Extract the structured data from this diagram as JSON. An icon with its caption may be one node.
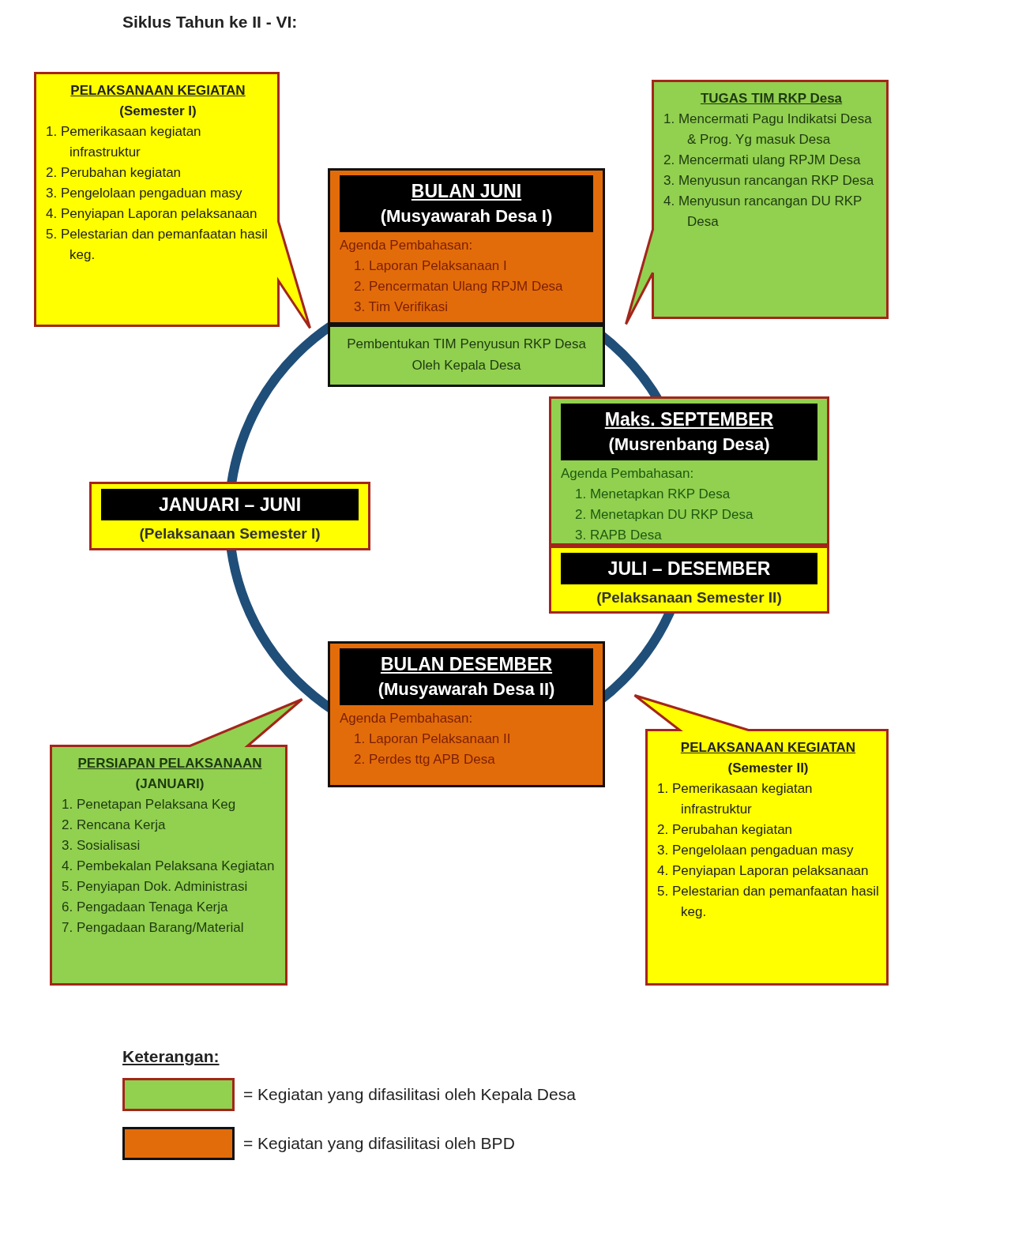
{
  "diagram": {
    "title": "Siklus Tahun ke II - VI:",
    "nodes": [
      {
        "text": [
          "PELAKSANAAN KEGIATAN",
          "(Semester I)",
          "1. Pemerikasaan kegiatan infrastruktur",
          "2. Perubahan kegiatan",
          "3. Pengelolaan pengaduan masy",
          "4. Penyiapan Laporan pelaksanaan",
          "5. Pelestarian dan pemanfaatan hasil keg."
        ]
      },
      {
        "text": [
          "TUGAS TIM RKP Desa",
          "1. Mencermati Pagu Indikatsi Desa & Prog. Yg masuk Desa",
          "2. Mencermati ulang RPJM Desa",
          "3. Menyusun rancangan RKP Desa",
          "4. Menyusun rancangan DU RKP Desa"
        ]
      },
      {
        "text": [
          "BULAN JUNI",
          "(Musyawarah Desa I)",
          "Agenda Pembahasan:",
          "1. Laporan Pelaksanaan I",
          "2. Pencermatan Ulang RPJM Desa",
          "3. Tim Verifikasi"
        ]
      },
      {
        "text": [
          "Pembentukan TIM Penyusun RKP Desa Oleh Kepala Desa"
        ]
      },
      {
        "text": [
          "Maks. SEPTEMBER",
          "(Musrenbang Desa)",
          "Agenda Pembahasan:",
          "1. Menetapkan RKP Desa",
          "2. Menetapkan DU RKP Desa",
          "3. RAPB Desa"
        ]
      },
      {
        "text": [
          "JANUARI – JUNI",
          "(Pelaksanaan Semester I)"
        ]
      },
      {
        "text": [
          "JULI – DESEMBER",
          "(Pelaksanaan Semester II)"
        ]
      },
      {
        "text": [
          "BULAN DESEMBER",
          "(Musyawarah Desa II)",
          "Agenda Pembahasan:",
          "1. Laporan Pelaksanaan II",
          "2. Perdes ttg APB Desa"
        ]
      },
      {
        "text": [
          "PERSIAPAN PELAKSANAAN",
          "(JANUARI)",
          "1. Penetapan Pelaksana Keg",
          "2. Rencana Kerja",
          "3. Sosialisasi",
          "4. Pembekalan Pelaksana Kegiatan",
          "5. Penyiapan Dok. Administrasi",
          "6. Pengadaan Tenaga Kerja",
          "7. Pengadaan Barang/Material"
        ]
      },
      {
        "text": [
          "PELAKSANAAN KEGIATAN",
          "(Semester II)",
          "1. Pemerikasaan kegiatan infrastruktur",
          "2. Perubahan kegiatan",
          "3. Pengelolaan pengaduan masy",
          "4. Penyiapan Laporan pelaksanaan",
          "5. Pelestarian dan pemanfaatan hasil keg."
        ]
      }
    ],
    "labels": [
      "Keterangan:"
    ],
    "legend": [
      {
        "text": "= Kegiatan yang difasilitasi oleh Kepala Desa",
        "color": "#92d050"
      },
      {
        "text": "= Kegiatan yang difasilitasi oleh BPD",
        "color": "#e36c0a"
      }
    ]
  }
}
